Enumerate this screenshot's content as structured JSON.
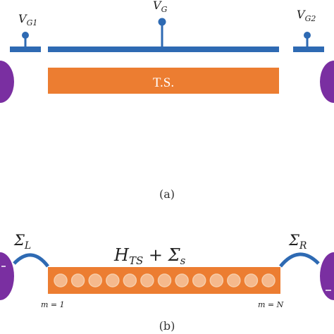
{
  "colors": {
    "gate": "#2e6ab3",
    "wire": "#2e6ab3",
    "lead": "#7a2fa1",
    "leadHighlight": "#9b4cc4",
    "wireBody": "#ec7d31",
    "site": "#f5b98d",
    "siteStroke": "#f7cda9"
  },
  "panelA": {
    "caption": "(a)",
    "gateLeft": {
      "base": "V",
      "sub": "G1"
    },
    "gateCenter": {
      "base": "V",
      "sub": "G"
    },
    "gateRight": {
      "base": "V",
      "sub": "G2"
    },
    "wireLabel": "T.S."
  },
  "panelB": {
    "caption": "(b)",
    "hamiltonian": {
      "h": "H",
      "hSub": "TS",
      "plus": " + ",
      "sigma": "Σ",
      "sigmaSub": "s"
    },
    "selfEnergyLeft": {
      "sigma": "Σ",
      "sub": "L"
    },
    "selfEnergyRight": {
      "sigma": "Σ",
      "sub": "R"
    },
    "siteFirst": "m = 1",
    "siteLast": "m = N",
    "siteCount": 13
  }
}
